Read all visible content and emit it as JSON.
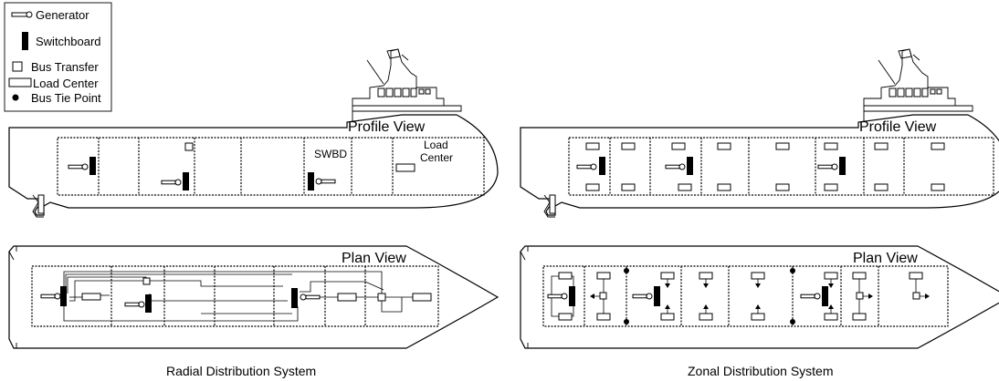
{
  "legend": {
    "generator": "Generator",
    "switchboard": "Switchboard",
    "bus_transfer": "Bus Transfer",
    "load_center": "Load Center",
    "bus_tie_point": "Bus Tie Point"
  },
  "radial": {
    "profile_label": "Profile View",
    "plan_label": "Plan View",
    "swbd_label": "SWBD",
    "load_center_label_1": "Load",
    "load_center_label_2": "Center",
    "caption": "Radial Distribution System"
  },
  "zonal": {
    "profile_label": "Profile View",
    "plan_label": "Plan View",
    "caption": "Zonal Distribution System"
  }
}
